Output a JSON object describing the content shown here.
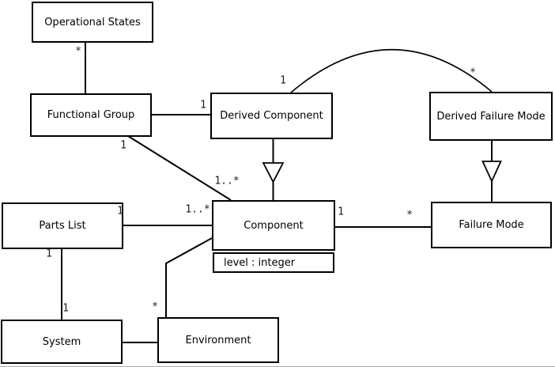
{
  "diagram": {
    "type": "uml-class-diagram",
    "background_color": "#ffffff",
    "line_color": "#000000",
    "nodes": {
      "operational_states": {
        "label": "Operational States"
      },
      "functional_group": {
        "label": "Functional Group"
      },
      "derived_component": {
        "label": "Derived Component"
      },
      "derived_failure_mode": {
        "label": "Derived Failure Mode"
      },
      "parts_list": {
        "label": "Parts List"
      },
      "component": {
        "label": "Component",
        "attribute": "level : integer"
      },
      "failure_mode": {
        "label": "Failure Mode"
      },
      "system": {
        "label": "System"
      },
      "environment": {
        "label": "Environment"
      }
    },
    "generalizations": [
      {
        "from": "derived_component",
        "to": "component",
        "marker": "hollow-triangle-down"
      },
      {
        "from": "derived_failure_mode",
        "to": "failure_mode",
        "marker": "hollow-triangle-down"
      }
    ],
    "associations": [
      "operational_states—functional_group",
      "functional_group—derived_component",
      "functional_group—component",
      "derived_component—derived_failure_mode (arc)",
      "parts_list—component",
      "parts_list—system",
      "component—failure_mode",
      "system—environment",
      "environment—component"
    ],
    "multiplicities": [
      {
        "text": "*",
        "edge": "operational_states—functional_group",
        "end": "operational_states"
      },
      {
        "text": "1",
        "edge": "functional_group—derived_component",
        "end": "derived_component"
      },
      {
        "text": "1",
        "edge": "functional_group—component",
        "end": "functional_group"
      },
      {
        "text": "1..*",
        "edge": "functional_group—component",
        "end": "component"
      },
      {
        "text": "1",
        "edge": "derived_component—derived_failure_mode",
        "end": "derived_component"
      },
      {
        "text": "*",
        "edge": "derived_component—derived_failure_mode",
        "end": "derived_failure_mode"
      },
      {
        "text": "1",
        "edge": "parts_list—component",
        "end": "parts_list"
      },
      {
        "text": "1..*",
        "edge": "parts_list—component",
        "end": "component"
      },
      {
        "text": "1",
        "edge": "component—failure_mode",
        "end": "component"
      },
      {
        "text": "*",
        "edge": "component—failure_mode",
        "end": "failure_mode"
      },
      {
        "text": "1",
        "edge": "parts_list—system",
        "end": "parts_list"
      },
      {
        "text": "1",
        "edge": "parts_list—system",
        "end": "system"
      },
      {
        "text": "*",
        "edge": "environment—component",
        "end": "environment"
      }
    ]
  }
}
